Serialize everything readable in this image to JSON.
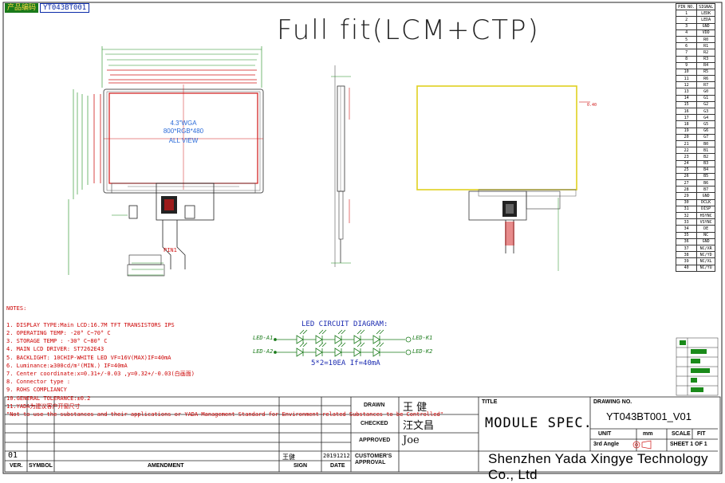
{
  "header": {
    "cn_tag": "产品编码",
    "part_no": "YT043BT001"
  },
  "title": "Full fit(LCM+CTP)",
  "lcd_center": {
    "size": "4.3\"WGA",
    "resolution": "800*RGB*480",
    "view": "ALL VIEW"
  },
  "pin_table": {
    "head_no": "PIN NO.",
    "head_sig": "SIGNAL",
    "pins": [
      [
        "1",
        "LEDK"
      ],
      [
        "2",
        "LEDA"
      ],
      [
        "3",
        "GND"
      ],
      [
        "4",
        "VDD"
      ],
      [
        "5",
        "R0"
      ],
      [
        "6",
        "R1"
      ],
      [
        "7",
        "R2"
      ],
      [
        "8",
        "R3"
      ],
      [
        "9",
        "R4"
      ],
      [
        "10",
        "R5"
      ],
      [
        "11",
        "R6"
      ],
      [
        "12",
        "R7"
      ],
      [
        "13",
        "G0"
      ],
      [
        "14",
        "G1"
      ],
      [
        "15",
        "G2"
      ],
      [
        "16",
        "G3"
      ],
      [
        "17",
        "G4"
      ],
      [
        "18",
        "G5"
      ],
      [
        "19",
        "G6"
      ],
      [
        "20",
        "G7"
      ],
      [
        "21",
        "B0"
      ],
      [
        "22",
        "B1"
      ],
      [
        "23",
        "B2"
      ],
      [
        "24",
        "B3"
      ],
      [
        "25",
        "B4"
      ],
      [
        "26",
        "B5"
      ],
      [
        "27",
        "B6"
      ],
      [
        "28",
        "B7"
      ],
      [
        "29",
        "GND"
      ],
      [
        "30",
        "DCLK"
      ],
      [
        "31",
        "DISP"
      ],
      [
        "32",
        "HSYNC"
      ],
      [
        "33",
        "VSYNC"
      ],
      [
        "34",
        "DE"
      ],
      [
        "35",
        "NC"
      ],
      [
        "36",
        "GND"
      ],
      [
        "37",
        "NC/XR"
      ],
      [
        "38",
        "NC/YD"
      ],
      [
        "39",
        "NC/XL"
      ],
      [
        "40",
        "NC/YU"
      ]
    ]
  },
  "notes": {
    "heading": "NOTES:",
    "lines": [
      "1. DISPLAY TYPE:Main LCD:16.7M TFT TRANSISTORS IPS",
      "2. OPERATING TEMP: -20° C~70° C",
      "3. STORAGE TEMP : -30° C~80° C",
      "4. MAIN LCD DRIVER: ST7262E43",
      "5. BACKLIGHT: 10CHIP-WHITE LED VF=16V(MAX)IF=40mA",
      "6. Luminance:≥300cd/m²(MIN.) IF=40mA",
      "7. Center coordinate:x=0.31+/-0.03 ,y=0.32+/-0.03(白画面)",
      "8. Connector type :",
      "9. ROHS COMPLIANCY",
      "10.GENERAL TOLERANCE:±0.2",
      "11.YADA为建议客户开窗尺寸",
      "\"Not to use the substances and their applications or YADA Management Standard for Environment-related Substances to be Controlled\""
    ]
  },
  "led": {
    "title": "LED CIRCUIT DIAGRAM:",
    "in1": "LED-A1",
    "in2": "LED-A2",
    "out1": "LED-K1",
    "out2": "LED-K2",
    "note": "5*2=10EA  If=40mA"
  },
  "title_block": {
    "drawn_label": "DRAWN",
    "drawn_by": "王  健",
    "checked_label": "CHECKED",
    "checked_by": "汪文昌",
    "approved_label": "APPROVED",
    "approved_by": "Joe",
    "customer_label": "CUSTOMER'S APPROVAL",
    "title_label": "TITLE",
    "title_value": "MODULE SPEC.",
    "drawing_no_label": "DRAWING NO.",
    "drawing_no": "YT043BT001_V01",
    "unit_label": "UNIT",
    "unit": "mm",
    "scale_label": "SCALE",
    "scale": "FIT",
    "angle": "3rd Angle",
    "sheet": "SHEET  1 OF  1",
    "company": "Shenzhen Yada Xingye Technology Co., Ltd",
    "rev": "01",
    "rev_person": "王健",
    "rev_date": "20191212",
    "ver_label": "VER.",
    "symbol_label": "SYMBOL",
    "amend_label": "AMENDMENT",
    "sign_label": "SIGN",
    "date_label": "DATE"
  },
  "colors": {
    "red": "#d01818",
    "green": "#1a8a1a",
    "yellow": "#e0d020",
    "blue": "#2a6ad8"
  }
}
